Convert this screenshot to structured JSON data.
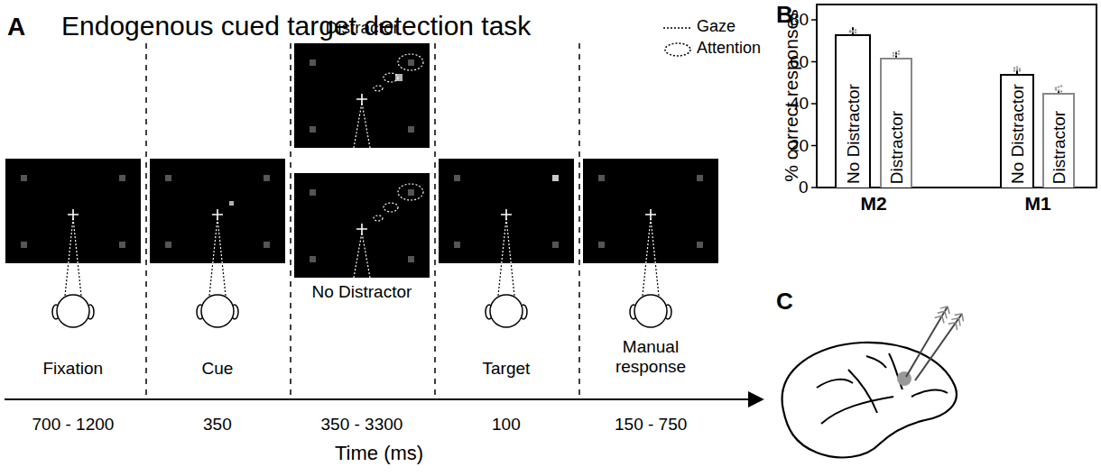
{
  "diagram": {
    "nodes": [
      {
        "text": [
          "No Distractor"
        ]
      },
      {
        "text": [
          "Distractor"
        ]
      },
      {
        "text": [
          "No Distractor"
        ]
      },
      {
        "text": [
          "Distractor"
        ]
      }
    ],
    "labels": [
      "A",
      "Endogenous cued target detection task",
      "Distractor",
      "No Distractor",
      "Fixation",
      "Cue",
      "Target",
      "Manual response",
      "700 - 1200",
      "350",
      "350 - 3300",
      "100",
      "150 - 750",
      "Time (ms)",
      "B",
      "% correct responses",
      "80",
      "60",
      "40",
      "20",
      "0",
      "M2",
      "M1",
      "C"
    ],
    "legend": [
      {
        "text": "Gaze"
      },
      {
        "text": "Attention"
      }
    ]
  }
}
